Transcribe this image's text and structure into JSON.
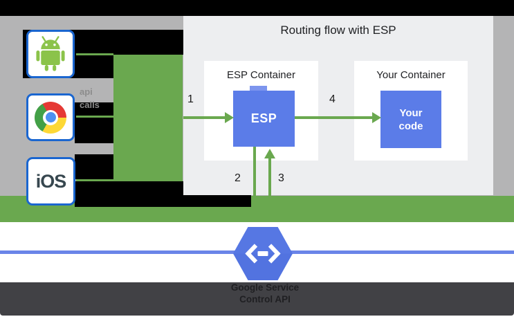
{
  "diagram": {
    "title": "Routing flow with ESP",
    "clients": {
      "android_icon": "android-robot-icon",
      "chrome_icon": "chrome-browser-icon",
      "ios_label": "iOS"
    },
    "note": {
      "line1": "api",
      "line2": "calls"
    },
    "esp_container": {
      "label": "ESP Container",
      "box_label": "ESP"
    },
    "your_container": {
      "label": "Your Container",
      "box_label": "Your code"
    },
    "steps": {
      "s1": "1",
      "s2": "2",
      "s3": "3",
      "s4": "4"
    },
    "endpoints": {
      "icon": "cloud-endpoints-hexagon-icon",
      "caption_line1": "Google Service",
      "caption_line2": "Control API"
    }
  },
  "colors": {
    "accent_green": "#6aa84f",
    "box_blue": "#5b7ce8",
    "hexagon_blue": "#5273e0",
    "wire_blue": "#6a84e8",
    "client_border_blue": "#1a66d0",
    "panel_gray": "#edeef0",
    "background_gray": "#b4b4b5",
    "footer_dark": "#414145",
    "android_green": "#8bc34a"
  }
}
